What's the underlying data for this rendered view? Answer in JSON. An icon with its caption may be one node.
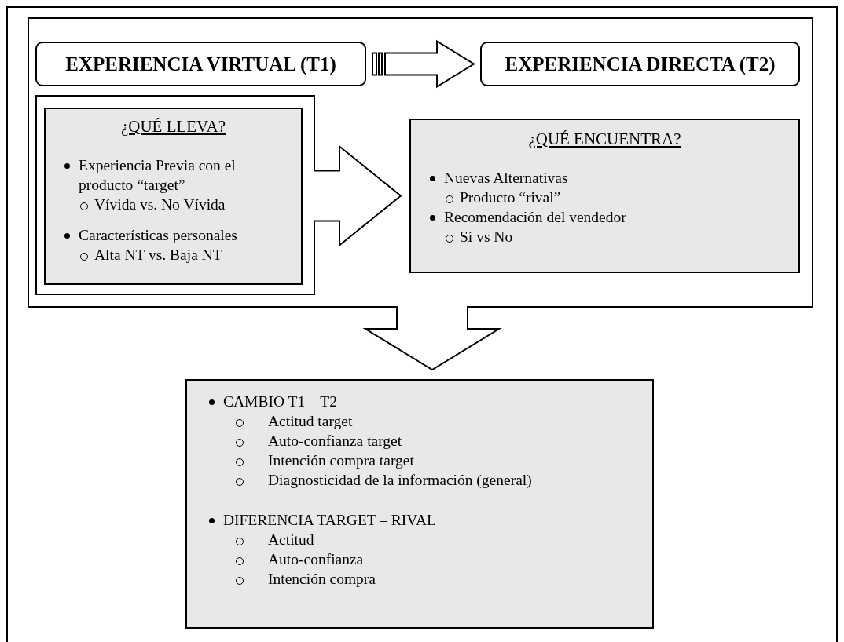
{
  "diagram": {
    "nodes": [
      {
        "text": [],
        "shape": "box"
      },
      {
        "text": [
          "EXPERIENCIA VIRTUAL (T1)"
        ],
        "in": 0
      },
      {
        "text": [
          "EXPERIENCIA DIRECTA (T2)"
        ],
        "in": 0
      },
      {
        "text": [],
        "shape": "box",
        "in": 0
      },
      {
        "text": [
          "¿QUÉ LLEVA?",
          "Experiencia Previa con el producto “target”",
          "Vívida vs. No Vívida",
          "Características personales",
          "Alta NT vs. Baja NT"
        ],
        "in": 3
      },
      {
        "text": [
          "¿QUÉ ENCUENTRA?",
          "Nuevas Alternativas",
          "Producto “rival”",
          "Recomendación del vendedor",
          "Sí vs No"
        ],
        "in": 0
      },
      {
        "text": [
          "CAMBIO T1 – T2",
          "Actitud target",
          "Auto-confianza target",
          "Intención compra target",
          "Diagnosticidad de la información (general)",
          "DIFERENCIA TARGET – RIVAL",
          "Actitud",
          "Auto-confianza",
          "Intención compra"
        ]
      }
    ],
    "edges": [
      {
        "from": 1,
        "to": 2,
        "arrow": "to"
      },
      {
        "from": 3,
        "to": 5,
        "arrow": "to"
      },
      {
        "from": 0,
        "to": 6,
        "arrow": "to"
      }
    ]
  }
}
